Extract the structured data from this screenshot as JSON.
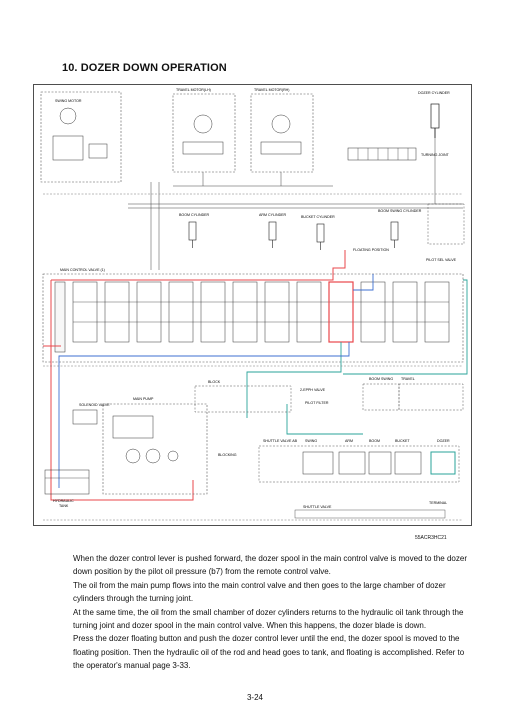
{
  "section_title": "10. DOZER DOWN OPERATION",
  "diagram": {
    "figure_code": "55ACR3HC21",
    "labels": {
      "travel_motor_lh": "TRAVEL MOTOR(LH)",
      "travel_motor_rh": "TRAVEL MOTOR(RH)",
      "dozer_cylinder": "DOZER CYLINDER",
      "swing_motor": "SWING MOTOR",
      "turning_joint": "TURNING JOINT",
      "boom_cylinder": "BOOM CYLINDER",
      "arm_cylinder": "ARM CYLINDER",
      "bucket_cylinder": "BUCKET CYLINDER",
      "boom_swing_cylinder": "BOOM SWING CYLINDER",
      "floating_position": "FLOATING POSITION",
      "pilot_sel_valve": "PILOT SEL VALVE",
      "main_control_valve": "MAIN CONTROL VALVE (1)",
      "block": "BLOCK",
      "two_epph_valve": "2-EPPH VALVE",
      "pilot_filter": "PILOT FILTER",
      "boom_swing": "BOOM SWING",
      "travel": "TRAVEL",
      "solenoid_valve": "SOLENOID VALVE",
      "main_pump": "MAIN PUMP",
      "shuttle_valve_ab": "SHUTTLE VALVE AB",
      "swing": "SWING",
      "arm": "ARM",
      "boom": "BOOM",
      "bucket": "BUCKET",
      "dozer": "DOZER",
      "blocking": "BLOCKING",
      "hydraulic_tank": "HYDRAULIC TANK",
      "shuttle_valve": "SHUTTLE VALVE",
      "terminal": "TERMINAL"
    }
  },
  "paragraphs": [
    "When the dozer control lever is pushed forward, the dozer spool in the main control valve is moved to the dozer down position by the pilot oil pressure (b7) from the remote control valve.",
    "The oil from the main pump flows into the main control valve and then goes to the large chamber of dozer cylinders through the turning joint.",
    "At the same time, the oil from the small chamber of dozer cylinders returns to the hydraulic oil tank through the turning joint and dozer spool in the main control valve.  When this happens, the dozer blade is down.",
    "Press the dozer floating button and push the dozer control lever until the end, the dozer spool is moved to the floating position. Then the hydraulic oil of the rod and head goes to tank, and floating is accomplished. Refer to the operator's manual page 3-33."
  ],
  "page_number": "3-24",
  "colors": {
    "pressure_line": "#e8474b",
    "pilot_line": "#2aa39a",
    "return_line": "#3d6fd1",
    "drain_line": "#888888"
  }
}
